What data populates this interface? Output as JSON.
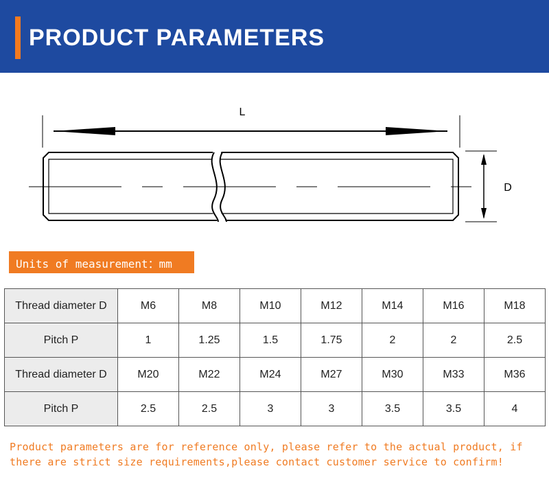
{
  "header": {
    "title": "PRODUCT PARAMETERS"
  },
  "diagram": {
    "length_label": "L",
    "diameter_label": "D"
  },
  "unit_note": "Units of measurement：mm",
  "table": {
    "rows": [
      {
        "label": "Thread diameter D",
        "values": [
          "M6",
          "M8",
          "M10",
          "M12",
          "M14",
          "M16",
          "M18"
        ]
      },
      {
        "label": "Pitch P",
        "values": [
          "1",
          "1.25",
          "1.5",
          "1.75",
          "2",
          "2",
          "2.5"
        ]
      },
      {
        "label": "Thread diameter D",
        "values": [
          "M20",
          "M22",
          "M24",
          "M27",
          "M30",
          "M33",
          "M36"
        ]
      },
      {
        "label": "Pitch P",
        "values": [
          "2.5",
          "2.5",
          "3",
          "3",
          "3.5",
          "3.5",
          "4"
        ]
      }
    ]
  },
  "footer_note": "Product parameters are for reference only, please refer to the actual product, if there are strict size requirements,please contact customer service to confirm!",
  "colors": {
    "header_bg": "#1e4aa0",
    "accent": "#f07b22",
    "header_cell_bg": "#ececec"
  }
}
